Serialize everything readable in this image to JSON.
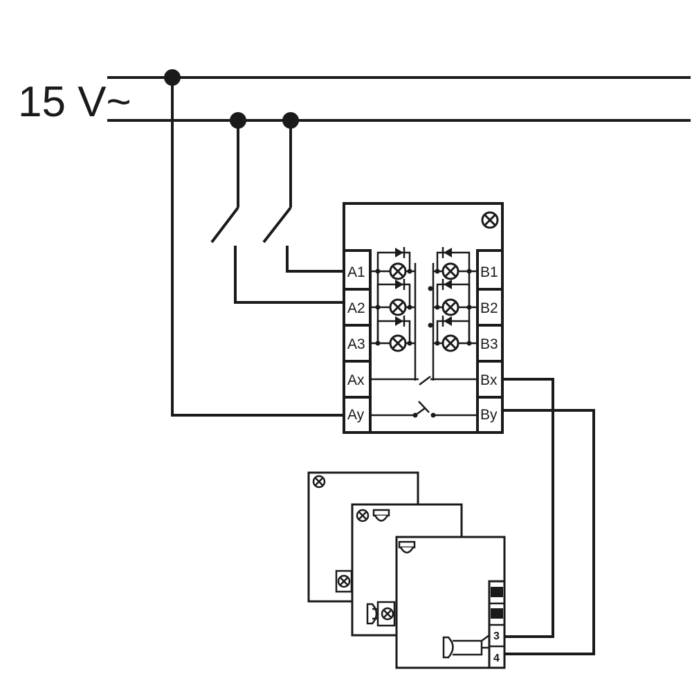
{
  "supply": {
    "label": "15 V~"
  },
  "module": {
    "left_terminals": [
      "A1",
      "A2",
      "A3",
      "Ax",
      "Ay"
    ],
    "right_terminals": [
      "B1",
      "B2",
      "B3",
      "Bx",
      "By"
    ]
  },
  "stations": {
    "terminals": [
      "",
      "",
      "3",
      "4"
    ]
  }
}
